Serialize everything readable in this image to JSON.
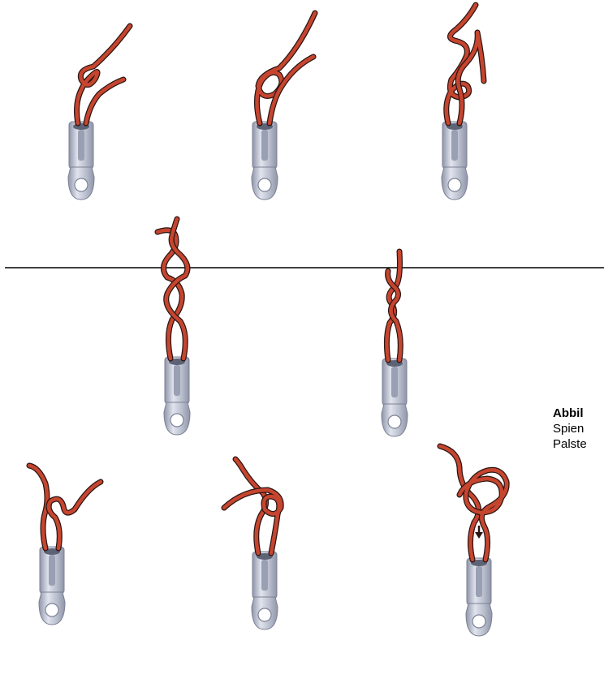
{
  "caption": {
    "title": "Abbil",
    "lines": [
      "Spien",
      "Palste"
    ]
  },
  "colors": {
    "rope": "#c6452f",
    "rope_outline": "#2a1512",
    "metal": "#b8bdcc",
    "metal_shadow": "#8f95a8",
    "metal_highlight": "#e1e4ee",
    "divider": "#000000"
  },
  "steps": [
    {
      "row": 1,
      "index": 1,
      "knot": "loop"
    },
    {
      "row": 1,
      "index": 2,
      "knot": "half-knot"
    },
    {
      "row": 1,
      "index": 3,
      "knot": "double-loop"
    },
    {
      "row": 2,
      "index": 1,
      "knot": "figure-eight-tall"
    },
    {
      "row": 2,
      "index": 2,
      "knot": "twist"
    },
    {
      "row": 3,
      "index": 1,
      "knot": "curl"
    },
    {
      "row": 3,
      "index": 2,
      "knot": "overhand"
    },
    {
      "row": 3,
      "index": 3,
      "knot": "bowline-loop"
    }
  ]
}
